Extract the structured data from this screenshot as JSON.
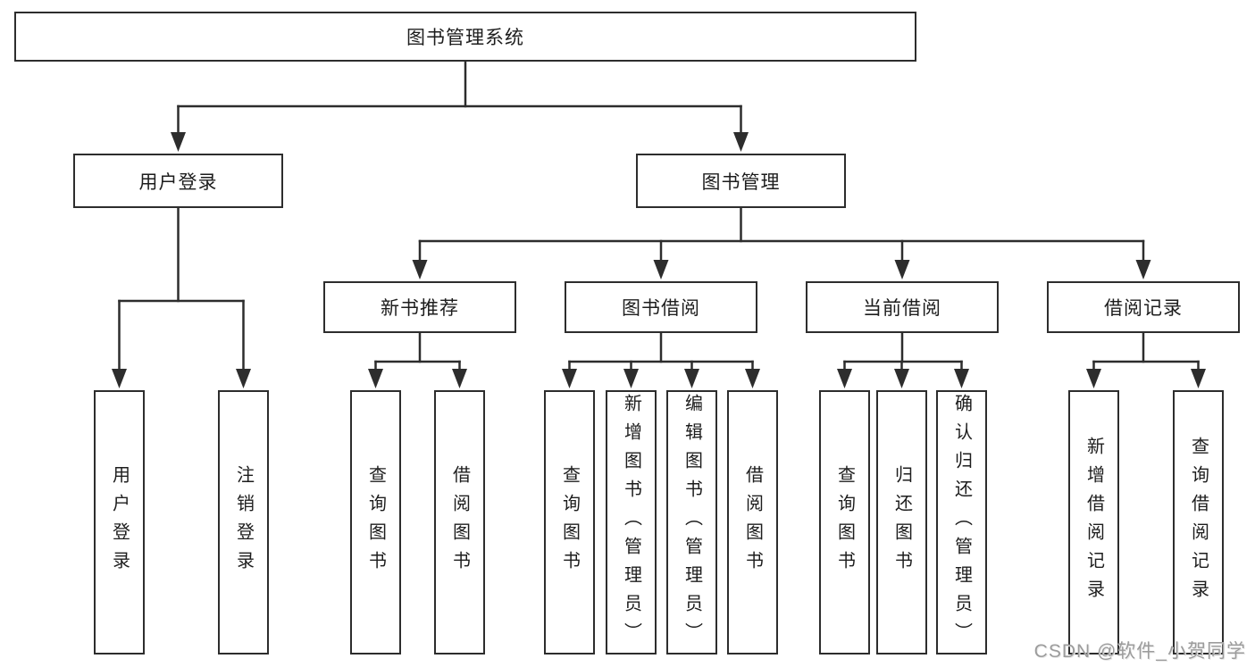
{
  "tree": {
    "root": {
      "label": "图书管理系统"
    },
    "children": [
      {
        "label": "用户登录",
        "children": [
          {
            "label": "用户登录"
          },
          {
            "label": "注销登录"
          }
        ]
      },
      {
        "label": "图书管理",
        "children": [
          {
            "label": "新书推荐",
            "children": [
              {
                "label": "查询图书"
              },
              {
                "label": "借阅图书"
              }
            ]
          },
          {
            "label": "图书借阅",
            "children": [
              {
                "label": "查询图书"
              },
              {
                "label": "新增图书（管理员）"
              },
              {
                "label": "编辑图书（管理员）"
              },
              {
                "label": "借阅图书"
              }
            ]
          },
          {
            "label": "当前借阅",
            "children": [
              {
                "label": "查询图书"
              },
              {
                "label": "归还图书"
              },
              {
                "label": "确认归还（管理员）"
              }
            ]
          },
          {
            "label": "借阅记录",
            "children": [
              {
                "label": "新增借阅记录"
              },
              {
                "label": "查询借阅记录"
              }
            ]
          }
        ]
      }
    ]
  },
  "watermark": "CSDN @软件_小贺同学",
  "colors": {
    "line": "#2d2d2d",
    "box_border": "#2d2d2d",
    "background": "#ffffff",
    "watermark": "#9c9c9c"
  }
}
